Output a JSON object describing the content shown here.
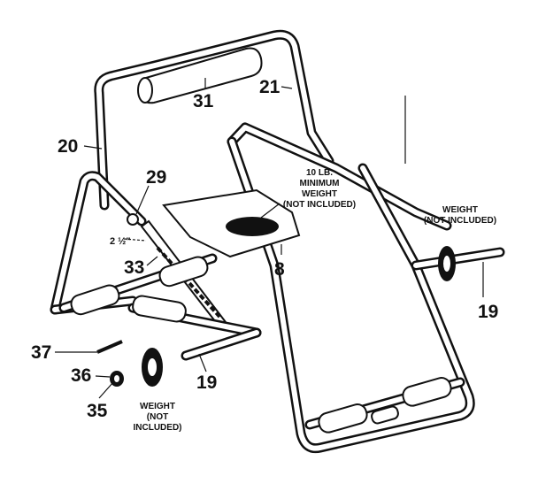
{
  "figure": {
    "labels": {
      "p31": "31",
      "p21": "21",
      "p20": "20",
      "p29": "29",
      "p33": "33",
      "p8": "8",
      "p19_right": "19",
      "p19_left": "19",
      "p37": "37",
      "p36": "36",
      "p35": "35"
    },
    "dimension": "2 ½\"",
    "notes": {
      "seat_weight": [
        "10 LB.",
        "MINIMUM",
        "WEIGHT",
        "(NOT INCLUDED)"
      ],
      "right_weight": [
        "WEIGHT",
        "(NOT INCLUDED)"
      ],
      "left_weight": [
        "WEIGHT",
        "(NOT",
        "INCLUDED)"
      ]
    }
  }
}
